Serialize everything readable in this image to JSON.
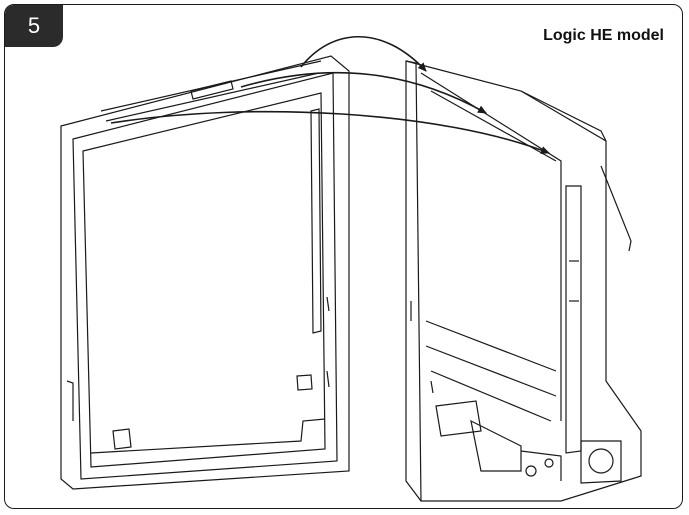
{
  "step": {
    "number": "5"
  },
  "header": {
    "model_label": "Logic HE model"
  },
  "colors": {
    "line": "#1a1a1a",
    "badge": "#2b2b2b",
    "background": "#ffffff"
  },
  "icons": [
    "arrow-icon",
    "door-panel-illustration",
    "boiler-casing-illustration"
  ]
}
